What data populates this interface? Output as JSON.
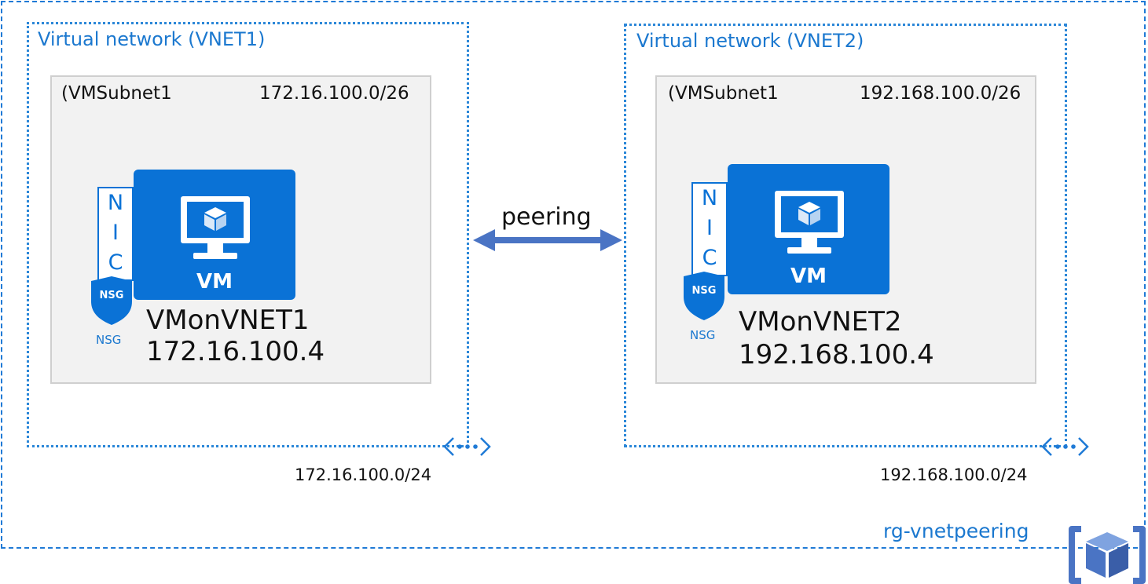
{
  "resource_group": {
    "name": "rg-vnetpeering",
    "icon": "resource-group-icon"
  },
  "peering": {
    "label": "peering"
  },
  "vnets": [
    {
      "title": "Virtual network (VNET1)",
      "address_space": "172.16.100.0/24",
      "subnet": {
        "name": "(VMSubnet1",
        "prefix": "172.16.100.0/26"
      },
      "vm": {
        "tile_label": "VM",
        "name": "VMonVNET1",
        "ip": "172.16.100.4"
      },
      "nic": {
        "letters": [
          "N",
          "I",
          "C"
        ]
      },
      "nsg": {
        "badge": "NSG",
        "caption": "NSG"
      }
    },
    {
      "title": "Virtual network (VNET2)",
      "address_space": "192.168.100.0/24",
      "subnet": {
        "name": "(VMSubnet1",
        "prefix": "192.168.100.0/26"
      },
      "vm": {
        "tile_label": "VM",
        "name": "VMonVNET2",
        "ip": "192.168.100.4"
      },
      "nic": {
        "letters": [
          "N",
          "I",
          "C"
        ]
      },
      "nsg": {
        "badge": "NSG",
        "caption": "NSG"
      }
    }
  ],
  "colors": {
    "azure_blue": "#0a72d6",
    "label_blue": "#1b78cf",
    "subnet_fill": "#f2f2f2",
    "arrow": "#4a74c4"
  }
}
